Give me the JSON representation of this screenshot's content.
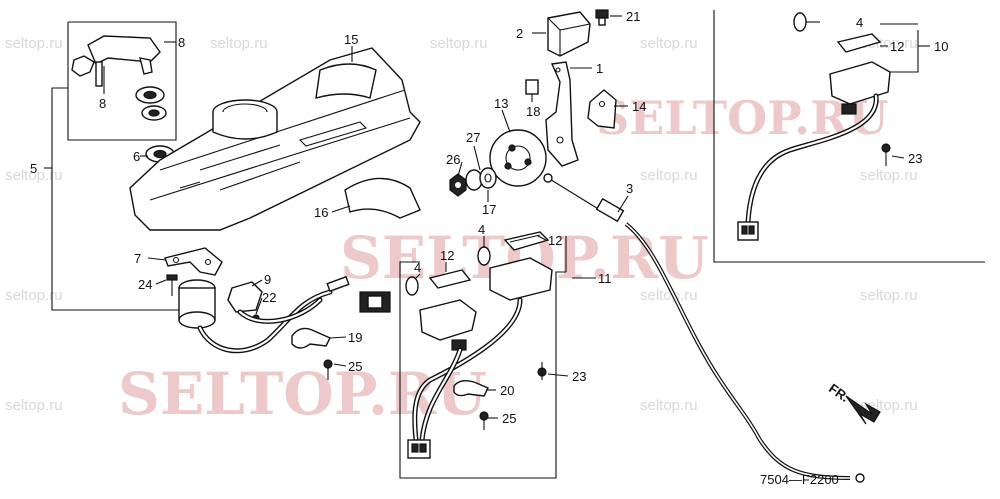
{
  "watermarks": {
    "big_1": "SELTOP.RU",
    "big_2": "SELTOP.RU",
    "mid_1": "SELTOP.RU"
  },
  "figure_code": "7504—F2200",
  "direction_label": "FR.",
  "callouts": {
    "c1": "1",
    "c2": "2",
    "c3": "3",
    "c4a": "4",
    "c4b": "4",
    "c4c": "4",
    "c5": "5",
    "c6": "6",
    "c7": "7",
    "c8a": "8",
    "c8b": "8",
    "c9": "9",
    "c10": "10",
    "c11": "11",
    "c12a": "12",
    "c12b": "12",
    "c12c": "12",
    "c13": "13",
    "c14": "14",
    "c15": "15",
    "c16": "16",
    "c17": "17",
    "c18": "18",
    "c19": "19",
    "c20": "20",
    "c21": "21",
    "c22": "22",
    "c23a": "23",
    "c23b": "23",
    "c24": "24",
    "c25a": "25",
    "c25b": "25",
    "c26": "26",
    "c27": "27"
  }
}
